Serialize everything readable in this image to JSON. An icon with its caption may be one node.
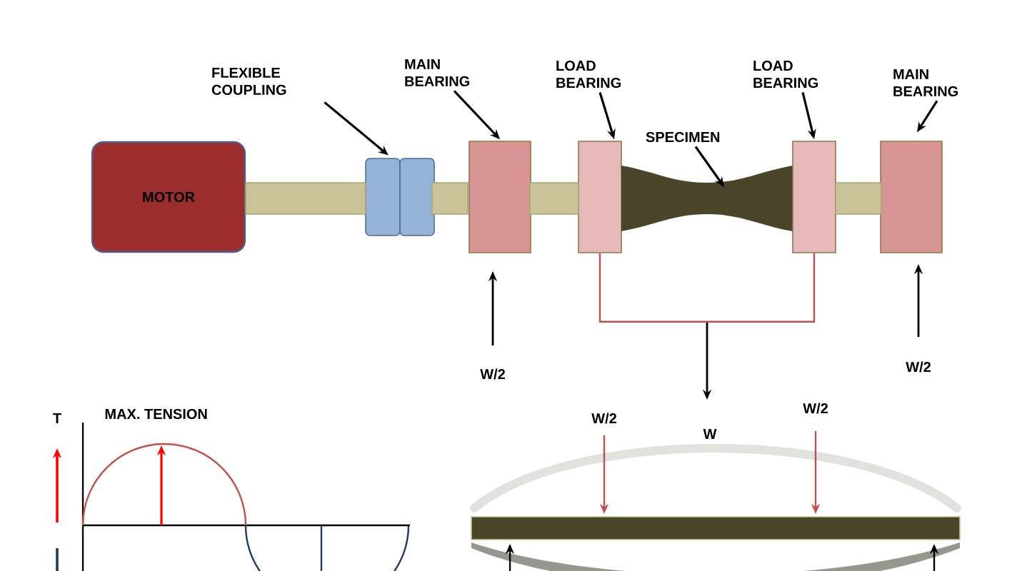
{
  "diagram": {
    "nodes": [
      {
        "text": [
          "MOTOR"
        ]
      },
      {
        "text": [
          "FLEXIBLE COUPLING"
        ]
      },
      {
        "text": [],
        "shape": "box"
      },
      {
        "text": [
          "MAIN BEARING"
        ]
      },
      {
        "text": [],
        "shape": "box"
      },
      {
        "text": [
          "LOAD BEARING"
        ]
      },
      {
        "text": [],
        "shape": "box"
      },
      {
        "text": [
          "SPECIMEN"
        ]
      },
      {
        "text": [],
        "shape": "bar"
      },
      {
        "text": [
          "LOAD BEARING"
        ]
      },
      {
        "text": [],
        "shape": "box"
      },
      {
        "text": [
          "MAIN BEARING"
        ]
      },
      {
        "text": [],
        "shape": "box"
      },
      {
        "text": [],
        "shape": "bar"
      },
      {
        "text": [],
        "shape": "bar"
      },
      {
        "text": [],
        "shape": "bar"
      },
      {
        "text": [],
        "shape": "bar"
      },
      {
        "text": [],
        "shape": "bar"
      }
    ],
    "edges": [
      {
        "from": 1,
        "to": 2,
        "arrow": "to"
      },
      {
        "from": 3,
        "to": 4,
        "arrow": "to"
      },
      {
        "from": 5,
        "to": 6,
        "arrow": "to"
      },
      {
        "from": 7,
        "to": 8,
        "arrow": "to"
      },
      {
        "from": 9,
        "to": 10,
        "arrow": "to"
      },
      {
        "from": 11,
        "to": 12,
        "arrow": "to"
      },
      {
        "from": 6,
        "to": 10,
        "arrow": "none",
        "color": "#c0504d"
      }
    ],
    "labels": [
      "W/2",
      "W/2",
      "T",
      "MAX. TENSION",
      "W/2",
      "W",
      "W/2"
    ]
  }
}
